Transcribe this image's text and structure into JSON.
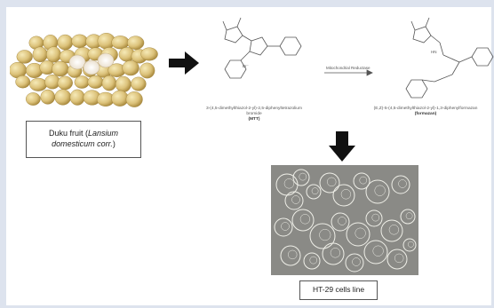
{
  "fruit_caption": {
    "line1_prefix": "Duku fruit (",
    "species": "Lansium",
    "line2": "domesticum corr.",
    "line2_suffix": ")"
  },
  "chemistry": {
    "mtt_name": "3-(4,5-dimethylthiazol-2-yl)-2,5-diphenyltetrazolium bromide",
    "mtt_short": "(MTT)",
    "formazan_name": "(E,Z)-5-(4,5-dimethylthiazol-2-yl)-1,3-diphenylformazan",
    "formazan_short": "(formazan)",
    "reaction_label": "Mitochondrial Reductase",
    "bromide_label": "Br⁻",
    "nh_label": "HN"
  },
  "cells_caption": "HT-29 cells line",
  "colors": {
    "arrow": "#111111",
    "fruit": "#e3cf86",
    "fruit_shade": "#b79a48",
    "micro_bg": "#8a8a86",
    "cell_stroke": "#f0f0ea"
  }
}
